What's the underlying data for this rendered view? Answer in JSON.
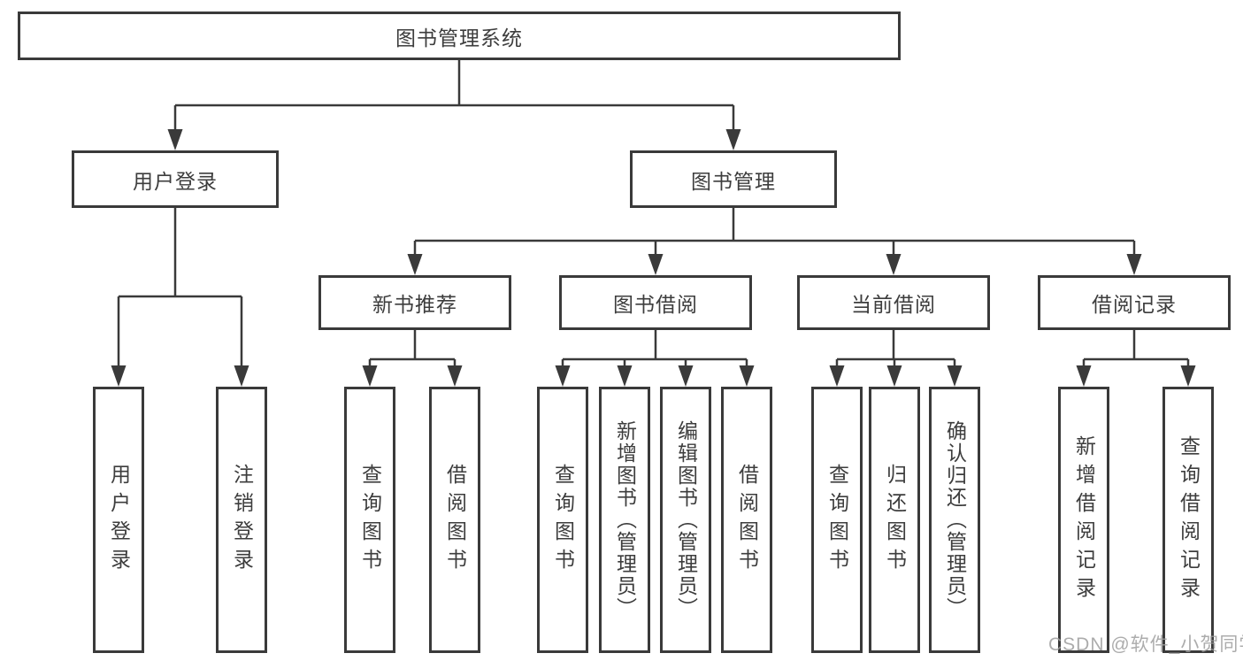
{
  "title": {
    "root": "图书管理系统"
  },
  "level2": {
    "user_login": "用户登录",
    "book_mgmt": "图书管理"
  },
  "level3": {
    "new_book": "新书推荐",
    "book_borrow": "图书借阅",
    "current_borrow": "当前借阅",
    "borrow_records": "借阅记录"
  },
  "leaves": {
    "user_login": [
      "用户登录",
      "注销登录"
    ],
    "new_book": [
      "查询图书",
      "借阅图书"
    ],
    "book_borrow": [
      "查询图书",
      "新增图书（管理员）",
      "编辑图书（管理员）",
      "借阅图书"
    ],
    "current_borrow": [
      "查询图书",
      "归还图书",
      "确认归还（管理员）"
    ],
    "borrow_records": [
      "新增借阅记录",
      "查询借阅记录"
    ]
  },
  "watermark": {
    "text": "CSDN @软件_小贺同学"
  },
  "colors": {
    "line": "#3a3a3a",
    "text": "#3d3d3d",
    "background": "#ffffff",
    "watermark": "#9e9e9e"
  }
}
